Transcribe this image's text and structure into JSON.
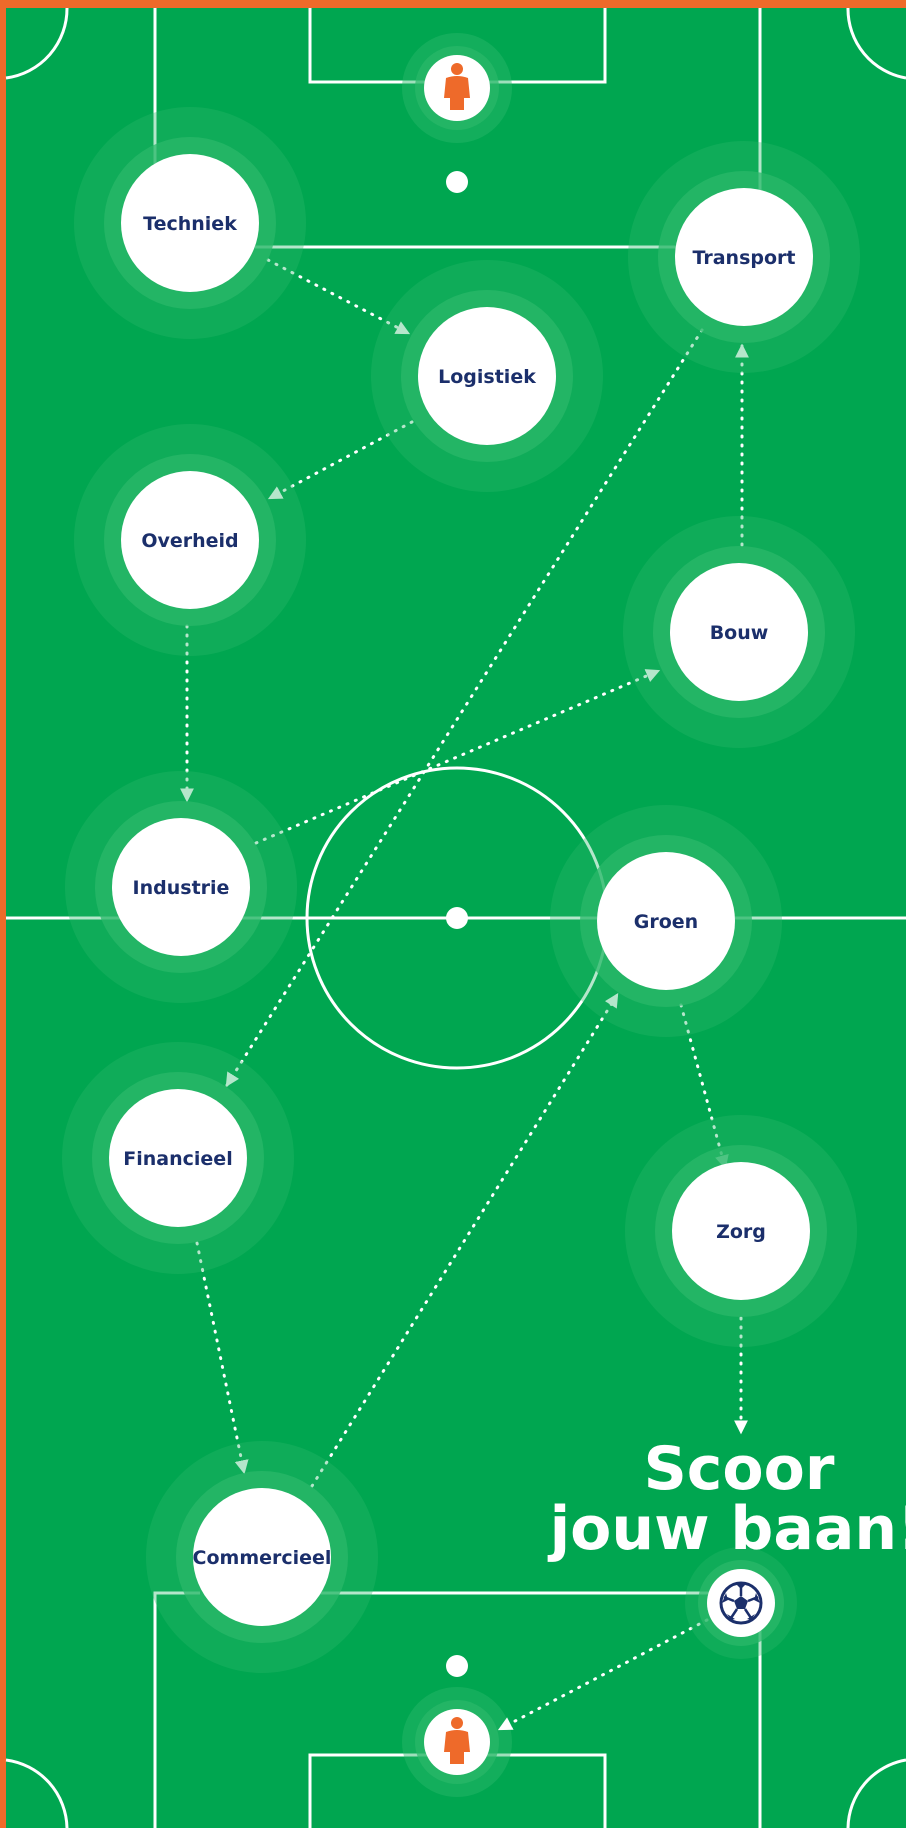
{
  "colors": {
    "border": "#ee6a2a",
    "grass": "#00a650",
    "grass_ring": "#2bb86a",
    "line": "#ffffff",
    "node_text": "#1b2f6b",
    "player": "#ee6a2a"
  },
  "nodes": {
    "techniek": "Techniek",
    "transport": "Transport",
    "logistiek": "Logistiek",
    "overheid": "Overheid",
    "bouw": "Bouw",
    "industrie": "Industrie",
    "groen": "Groen",
    "financieel": "Financieel",
    "zorg": "Zorg",
    "commercieel": "Commercieel"
  },
  "slogan": {
    "line1": "Scoor",
    "line2": "jouw baan!"
  },
  "icons": {
    "top_goalkeeper": "goalkeeper-icon",
    "bottom_goalkeeper": "goalkeeper-icon",
    "ball": "soccer-ball-icon"
  }
}
